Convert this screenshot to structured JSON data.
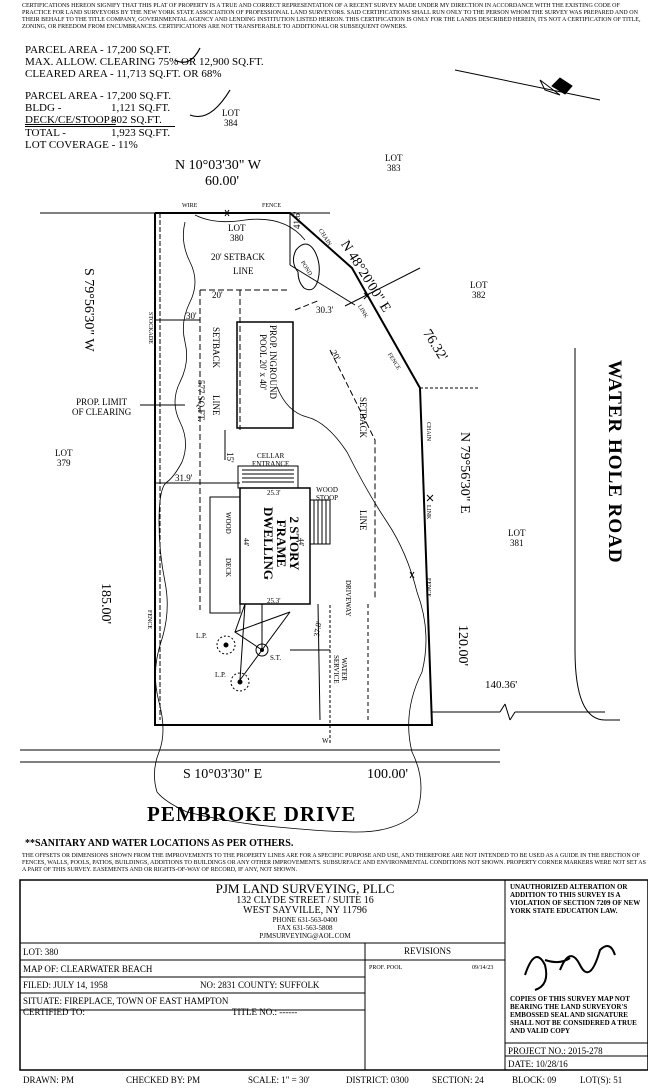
{
  "header": {
    "cert_text": "CERTIFICATIONS HEREON SIGNIFY THAT THIS PLAT OF PROPERTY IS A TRUE AND CORRECT REPRESENTATION OF A RECENT SURVEY MADE UNDER MY DIRECTION IN ACCORDANCE WITH THE EXISTING CODE OF PRACTICE FOR LAND SURVEYORS BY THE NEW YORK STATE ASSOCIATION OF PROFESSIONAL LAND SURVEYORS. SAID CERTIFICATIONS SHALL RUN ONLY TO THE PERSON WHOM THE SURVEY WAS PREPARED AND ON THEIR BEHALF TO THE TITLE COMPANY, GOVERNMENTAL AGENCY AND LENDING INSTITUTION LISTED HEREON. THIS CERTIFICATION IS ONLY FOR THE LANDS DESCRIBED HEREIN, ITS NOT A CERTIFICATION OF TITLE, ZONING, OR FREEDOM FROM ENCUMBRANCES. CERTIFICATIONS ARE NOT TRANSFERABLE TO ADDITIONAL OR SUBSEQUENT OWNERS."
  },
  "areas": {
    "clearing": [
      "PARCEL AREA - 17,200 SQ.FT.",
      "MAX. ALLOW. CLEARING 75% OR 12,900 SQ.FT.",
      "CLEARED AREA  - 11,713 SQ.FT. OR 68%"
    ],
    "coverage": {
      "parcel": "PARCEL AREA - 17,200 SQ.FT.",
      "bldg_label": "BLDG -",
      "bldg_value": "1,121 SQ.FT.",
      "deck_label": "DECK/CE/STOOP -",
      "deck_value": "802 SQ.FT.",
      "total_label": "TOTAL -",
      "total_value": "1,923 SQ.FT.",
      "lot_coverage": "LOT COVERAGE - 11%"
    }
  },
  "plan": {
    "lot_384": [
      "LOT",
      "384"
    ],
    "lot_383": [
      "LOT",
      "383"
    ],
    "lot_380": [
      "LOT",
      "380"
    ],
    "lot_382": [
      "LOT",
      "382"
    ],
    "lot_379": [
      "LOT",
      "379"
    ],
    "lot_381": [
      "LOT",
      "381"
    ],
    "north_bearing": "N 10°03'30\" W",
    "north_dist": "60.00'",
    "ne_bearing": "N 48°20'00\" E",
    "ne_dist": "76.32'",
    "west_bearing": "S 79°56'30\" W",
    "west_dist": "185.00'",
    "east_bearing": "N 79°56'30\" E",
    "east_dist": "120.00'",
    "south_bearing": "S 10°03'30\" E",
    "south_dist": "100.00'",
    "east_tie": "140.36'",
    "road_east": "WATER HOLE ROAD",
    "road_south": "PEMBROKE DRIVE",
    "wire": "WIRE",
    "fence": "FENCE",
    "chain": "CHAIN",
    "link": "LINK",
    "stockade": "STOCKADE",
    "pond": "POND",
    "setback_20": "20' SETBACK",
    "line": "LINE",
    "setback": "SETBACK",
    "d20": "20'",
    "d30": "30'",
    "d30_3": "30.3'",
    "d41_6": "41.6'",
    "d31_9": "31.9'",
    "d15": "15'",
    "d25_3": "25.3'",
    "d44": "44'",
    "d37_8": "37.8'",
    "pool": [
      "PROP. INGROUND",
      "POOL 20' x 40'"
    ],
    "clearing_area": "577 SQ.FT.",
    "limit_clearing": [
      "PROP. LIMIT",
      "OF CLEARING"
    ],
    "cellar": [
      "CELLAR",
      "ENTRANCE"
    ],
    "wood_stoop": [
      "WOOD",
      "STOOP"
    ],
    "dwelling": [
      "2 STORY",
      "FRAME",
      "DWELLING"
    ],
    "wood_deck": [
      "WOOD",
      "DECK"
    ],
    "driveway": "DRIVEWAY",
    "water_service": [
      "WATER",
      "SERVICE"
    ],
    "lp": "L.P.",
    "st": "S.T.",
    "w": "W"
  },
  "notes": {
    "sanitary": "**SANITARY AND WATER LOCATIONS AS PER OTHERS.",
    "offsets": "THE OFFSETS OR DIMENSIONS SHOWN FROM THE IMPROVEMENTS TO THE PROPERTY LINES ARE FOR A SPECIFIC PURPOSE AND USE, AND THEREFORE ARE NOT INTENDED TO BE USED AS A GUIDE IN THE ERECTION OF FENCES, WALLS, POOLS, PATIOS, BUILDINGS, ADDITIONS TO BUILDINGS OR ANY OTHER IMPROVEMENTS. SUBSURFACE AND ENVIRONMENTAL CONDITIONS NOT SHOWN. PROPERTY CORNER MARKERS WERE NOT SET AS A PART OF THIS SURVEY. EASEMENTS AND OR RIGHTS-OF-WAY OF RECORD, IF ANY, NOT SHOWN."
  },
  "title_block": {
    "company": "PJM LAND SURVEYING, PLLC",
    "address1": "132 CLYDE STREET / SUITE 16",
    "address2": "WEST SAYVILLE, NY 11796",
    "phone": "PHONE 631-563-0400",
    "fax": "FAX 631-563-5808",
    "email": "PJMSURVEYING@AOL.COM",
    "unauthorized": "UNAUTHORIZED ALTERATION OR ADDITION TO THIS SURVEY IS A VIOLATION OF SECTION 7209 OF NEW YORK STATE EDUCATION LAW.",
    "lot": "LOT: 380",
    "map": "MAP OF: CLEARWATER BEACH",
    "filed": "FILED: JULY 14, 1958",
    "no": "NO: 2831  COUNTY: SUFFOLK",
    "situate": "SITUATE: FIREPLACE, TOWN OF EAST HAMPTON",
    "certified": "CERTIFIED TO:",
    "title_no": "TITLE NO.: ------",
    "revisions": "REVISIONS",
    "rev_item": "PROF. POOL",
    "rev_date": "09/14/23",
    "copies": "COPIES OF THIS SURVEY MAP NOT BEARING THE LAND SURVEYOR'S EMBOSSED SEAL AND SIGNATURE SHALL NOT BE CONSIDERED A TRUE AND VALID COPY",
    "project": "PROJECT NO.: 2015-278",
    "date": "DATE: 10/28/16"
  },
  "footer": {
    "drawn": "DRAWN: PM",
    "checked": "CHECKED BY: PM",
    "scale": "SCALE: 1\" = 30'",
    "district": "DISTRICT: 0300",
    "section": "SECTION: 24",
    "block": "BLOCK: 09",
    "lots": "LOT(S): 51"
  }
}
